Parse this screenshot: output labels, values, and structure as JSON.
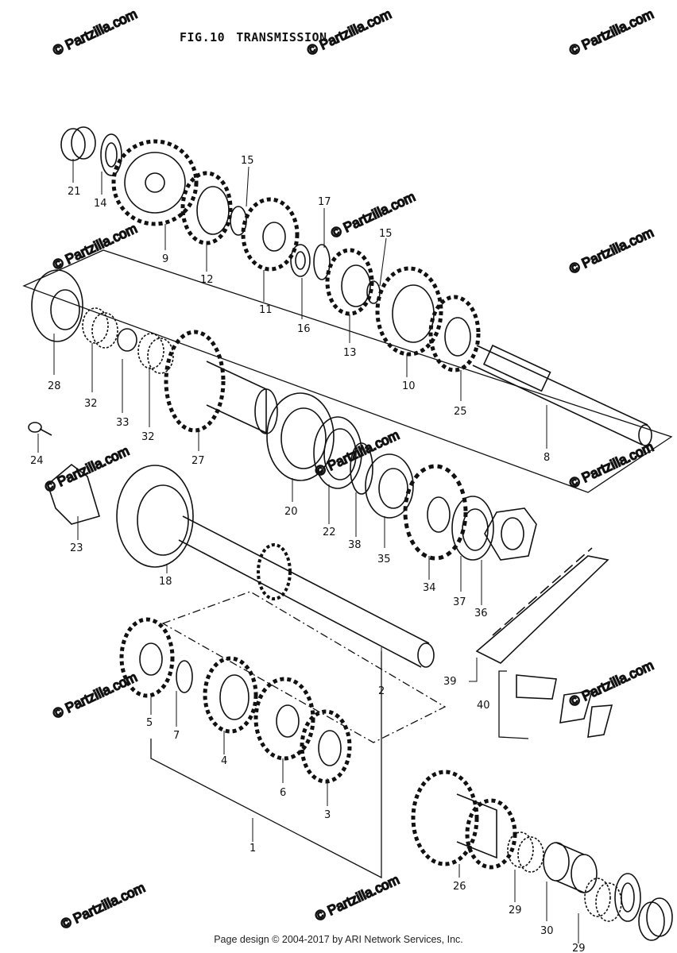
{
  "figure": {
    "number": "FIG.10",
    "title": "TRANSMISSION"
  },
  "footer": "Page design © 2004-2017 by ARI Network Services, Inc.",
  "watermark": "© Partzilla.com",
  "callouts": [
    "21",
    "14",
    "9",
    "15",
    "12",
    "17",
    "11",
    "16",
    "15",
    "13",
    "10",
    "25",
    "8",
    "28",
    "32",
    "33",
    "32",
    "27",
    "24",
    "20",
    "22",
    "38",
    "35",
    "34",
    "37",
    "36",
    "23",
    "18",
    "2",
    "39",
    "40",
    "5",
    "7",
    "4",
    "6",
    "3",
    "1",
    "26",
    "29",
    "30",
    "29"
  ],
  "colors": {
    "ink": "#111111",
    "watermark": "#d6d6d6",
    "background": "#ffffff"
  }
}
